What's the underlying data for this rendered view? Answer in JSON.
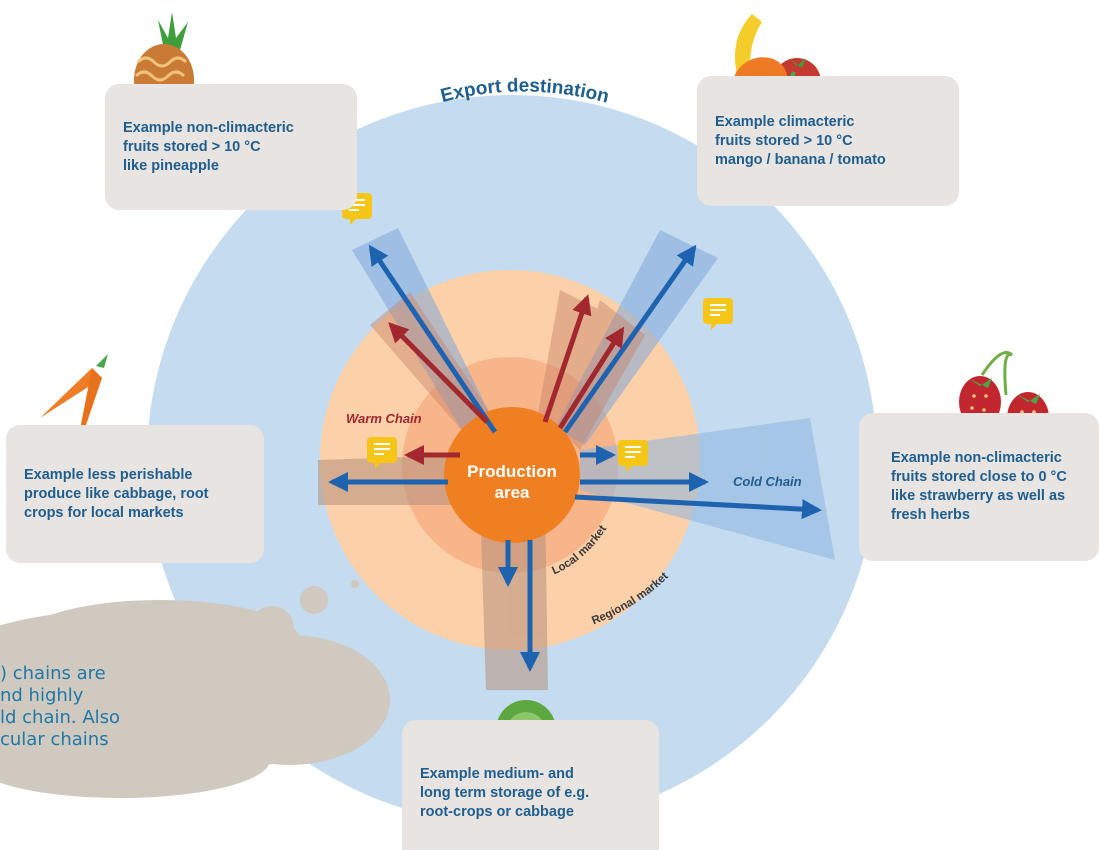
{
  "diagram": {
    "title": "Export destination",
    "center_label": "Production area",
    "zone_labels": {
      "local": "Local market",
      "regional": "Regional market"
    },
    "chain_labels": {
      "warm": "Warm Chain",
      "cold": "Cold Chain"
    },
    "examples": {
      "top_left": "Example non-climacteric\nfruits stored > 10 °C\nlike pineapple",
      "top_right": "Example climacteric\nfruits stored > 10 °C\nmango / banana / tomato",
      "left": "Example less perishable\nproduce like cabbage, root\ncrops for local markets",
      "right": "Example non-climacteric\nfruits stored close to 0 °C\nlike strawberry as well as\nfresh herbs",
      "bottom": "Example medium- and\nlong term storage of e.g.\nroot-crops or cabbage"
    },
    "thought_bubble": ") chains are\nnd highly\nld chain. Also\ncular chains"
  },
  "icons": [
    "pineapple-icon",
    "banana-mango-tomato-icon",
    "carrot-icon",
    "strawberry-icon",
    "cabbage-icon",
    "comment-icon"
  ],
  "colors": {
    "export_ring": "#c5dbef",
    "regional_ring": "#fcd0a8",
    "local_ring": "#f9b58a",
    "production": "#f07f22",
    "cold_arrow": "#1e63b0",
    "warm_arrow": "#a2272e",
    "label_blue": "#1f5e8f",
    "box_bg": "#e7e4e1",
    "comment": "#f5c518"
  }
}
